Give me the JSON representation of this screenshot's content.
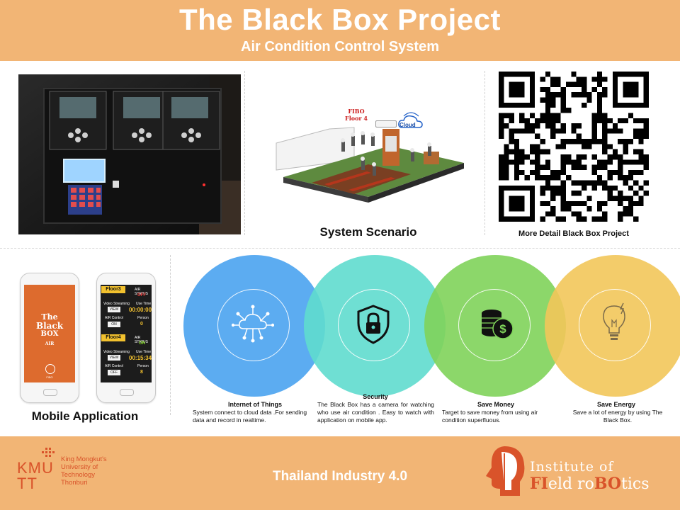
{
  "header": {
    "title": "The Black Box Project",
    "subtitle": "Air Condition Control System"
  },
  "scenario": {
    "caption": "System Scenario",
    "floor_label_1": "FIBO",
    "floor_label_2": "Floor 4",
    "cloud_label": "Cloud"
  },
  "qr": {
    "caption": "More Detail Black Box Project"
  },
  "mobile": {
    "caption": "Mobile Application",
    "splash": {
      "line1": "The",
      "line2": "Black",
      "line3": "BOX",
      "line4": "AIR",
      "brand": "FIBO"
    },
    "panels": [
      {
        "floor": "Floor3",
        "air_status_label": "AIR STATUS",
        "air_status": "OFF",
        "video_label": "Video Streaming",
        "use_time_label": "Use Time",
        "view_button": "VIEW",
        "use_time": "00:00:00",
        "air_control_label": "AIR Control",
        "person_label": "Person",
        "control_button": "ON",
        "person": "0"
      },
      {
        "floor": "Floor4",
        "air_status_label": "AIR STATUS",
        "air_status": "ON",
        "video_label": "Video Streaming",
        "use_time_label": "Use Time",
        "view_button": "VIEW",
        "use_time": "00:15:34",
        "air_control_label": "AIR Control",
        "person_label": "Person",
        "control_button": "OFF",
        "person": "8"
      }
    ]
  },
  "features": [
    {
      "title": "Internet of Things",
      "desc": "System connect to cloud data .For sending data and record in realtime.",
      "color": "#4aa3ef",
      "icon": "cloud-network-icon"
    },
    {
      "title": "Security",
      "desc": "The Black Box has a camera for watching who use air condition . Easy to watch with application on mobile app.",
      "color": "#5fdcce",
      "icon": "shield-lock-icon"
    },
    {
      "title": "Save Money",
      "desc": "Target to save money from using air condition superfluous.",
      "color": "#7fd35a",
      "icon": "coins-icon"
    },
    {
      "title": "Save Energy",
      "desc": "Save a lot of energy by using The Black Box.",
      "color": "#f2c65a",
      "icon": "lightbulb-icon"
    }
  ],
  "footer": {
    "center": "Thailand  Industry 4.0",
    "kmutt": {
      "logo": "KMUTT",
      "line1": "King Mongkut's",
      "line2": "University of",
      "line3": "Technology",
      "line4": "Thonburi"
    },
    "fibo": {
      "line1": "Institute of",
      "line2a": "FI",
      "line2b": "eld ro",
      "line2c": "BO",
      "line2d": "tics"
    }
  },
  "colors": {
    "banner": "#f2b575",
    "accent_red": "#d9532a"
  }
}
